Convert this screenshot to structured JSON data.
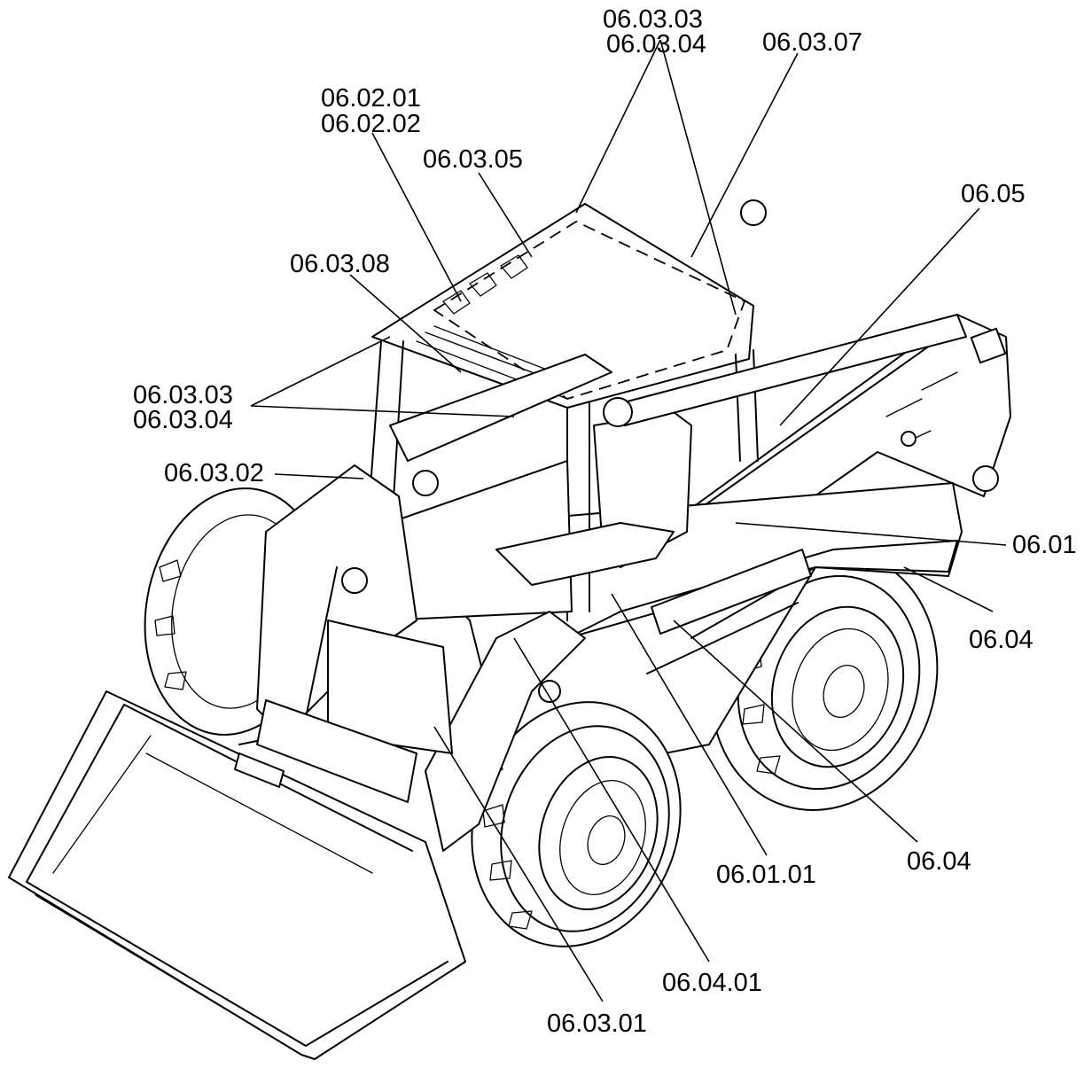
{
  "diagram": {
    "subject": "skid-steer-loader",
    "labels": [
      {
        "id": "l_060303_top",
        "text": "06.03.03"
      },
      {
        "id": "l_060304_top",
        "text": "06.03.04"
      },
      {
        "id": "l_060307",
        "text": "06.03.07"
      },
      {
        "id": "l_060201",
        "text": "06.02.01"
      },
      {
        "id": "l_060202",
        "text": "06.02.02"
      },
      {
        "id": "l_060305",
        "text": "06.03.05"
      },
      {
        "id": "l_0605",
        "text": "06.05"
      },
      {
        "id": "l_060308",
        "text": "06.03.08"
      },
      {
        "id": "l_060303_left",
        "text": "06.03.03"
      },
      {
        "id": "l_060304_left",
        "text": "06.03.04"
      },
      {
        "id": "l_060302",
        "text": "06.03.02"
      },
      {
        "id": "l_0601",
        "text": "06.01"
      },
      {
        "id": "l_0604_right",
        "text": "06.04"
      },
      {
        "id": "l_0604_bottom",
        "text": "06.04"
      },
      {
        "id": "l_060101",
        "text": "06.01.01"
      },
      {
        "id": "l_060401",
        "text": "06.04.01"
      },
      {
        "id": "l_060301",
        "text": "06.03.01"
      }
    ],
    "line_color": "#000000",
    "background": "#ffffff"
  }
}
